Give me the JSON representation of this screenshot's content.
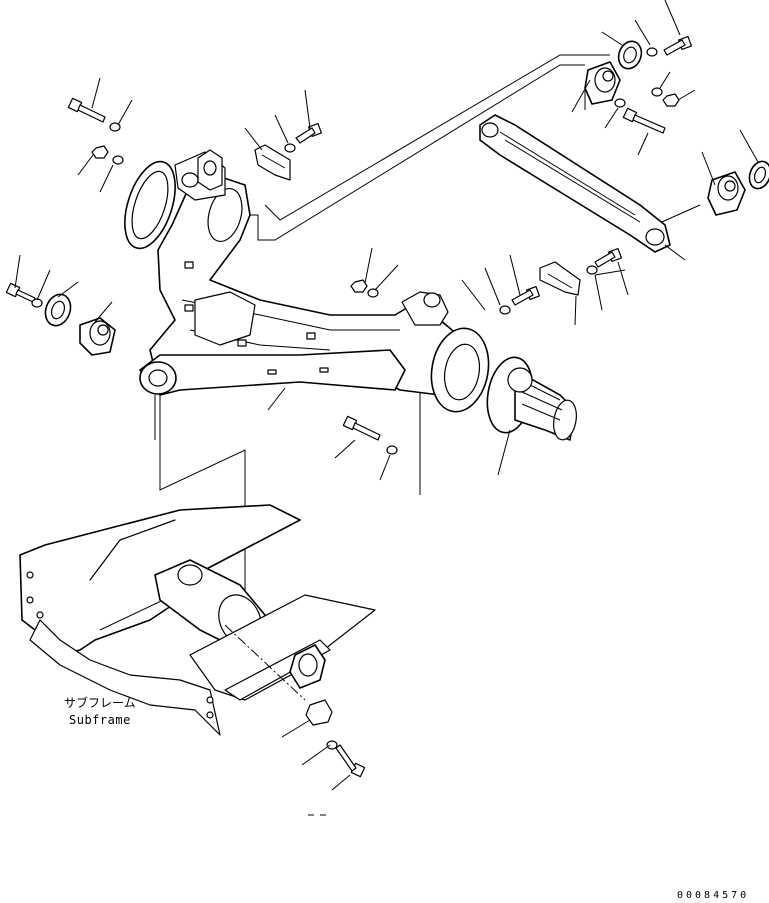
{
  "subframe_label": {
    "japanese": "サブフレーム",
    "english": "Subframe"
  },
  "drawing_code": "00084570"
}
